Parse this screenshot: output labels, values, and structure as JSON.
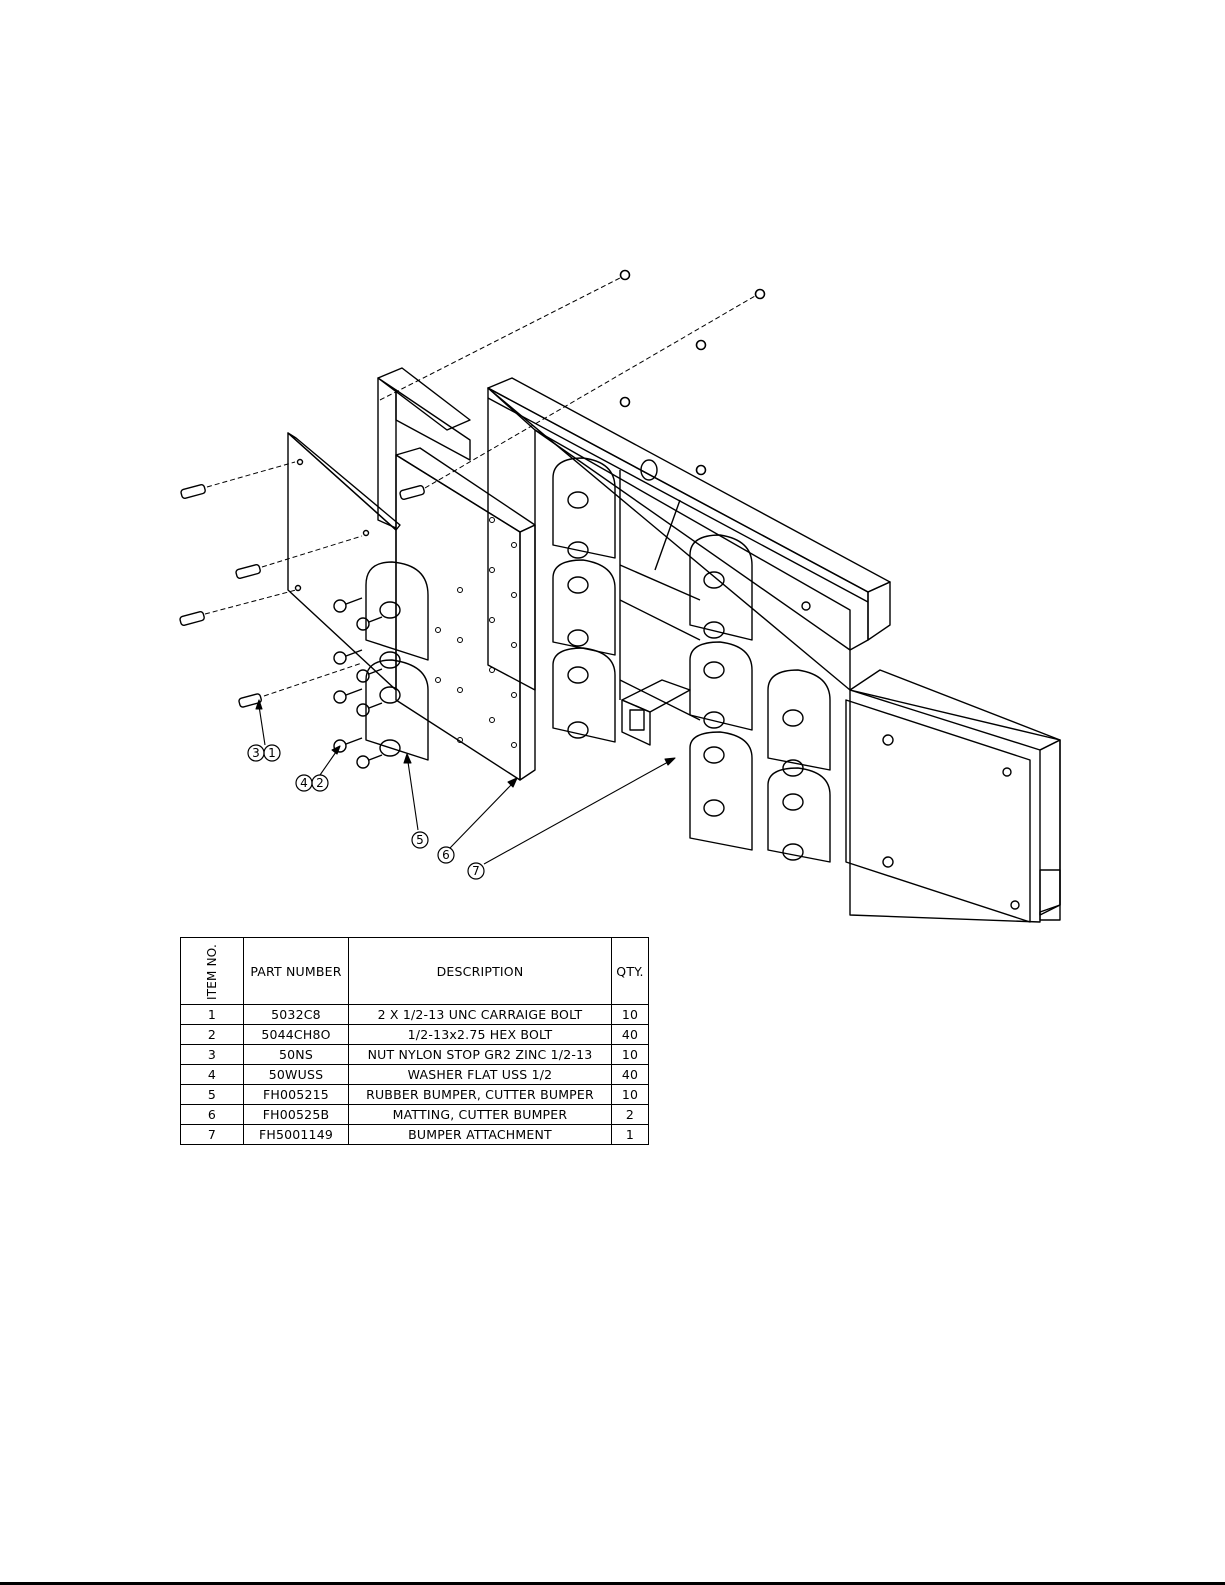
{
  "bom": {
    "headers": {
      "item_no": "ITEM NO.",
      "part_number": "PART NUMBER",
      "description": "DESCRIPTION",
      "qty": "QTY."
    },
    "rows": [
      {
        "item": "1",
        "part": "5032C8",
        "description": "2 X 1/2-13 UNC CARRAIGE BOLT",
        "qty": "10"
      },
      {
        "item": "2",
        "part": "5044CH8O",
        "description": "1/2-13x2.75 HEX BOLT",
        "qty": "40"
      },
      {
        "item": "3",
        "part": "50NS",
        "description": "NUT NYLON STOP GR2 ZINC 1/2-13",
        "qty": "10"
      },
      {
        "item": "4",
        "part": "50WUSS",
        "description": "WASHER FLAT USS 1/2",
        "qty": "40"
      },
      {
        "item": "5",
        "part": "FH005215",
        "description": "RUBBER BUMPER, CUTTER BUMPER",
        "qty": "10"
      },
      {
        "item": "6",
        "part": "FH00525B",
        "description": "MATTING, CUTTER BUMPER",
        "qty": "2"
      },
      {
        "item": "7",
        "part": "FH5001149",
        "description": "BUMPER ATTACHMENT",
        "qty": "1"
      }
    ]
  },
  "balloons": {
    "b3": "3",
    "b1": "1",
    "b4": "4",
    "b2": "2",
    "b5": "5",
    "b6": "6",
    "b7": "7"
  }
}
